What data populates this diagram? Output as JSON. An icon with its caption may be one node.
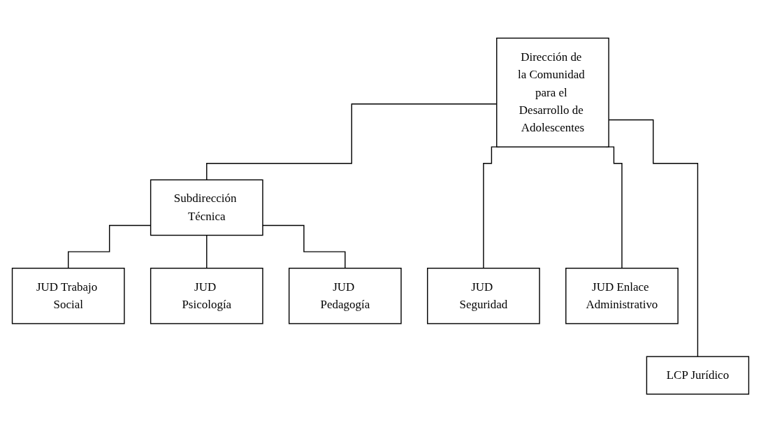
{
  "diagram": {
    "nodes": [
      {
        "text": [
          "Dirección de la Comunidad para el Desarrollo de Adolescentes"
        ]
      },
      {
        "text": [
          "Subdirección Técnica"
        ]
      },
      {
        "text": [
          "JUD Trabajo Social"
        ]
      },
      {
        "text": [
          "JUD Psicología"
        ]
      },
      {
        "text": [
          "JUD Pedagogía"
        ]
      },
      {
        "text": [
          "JUD Seguridad"
        ]
      },
      {
        "text": [
          "JUD Enlace Administrativo"
        ]
      },
      {
        "text": [
          "LCP Jurídico"
        ]
      }
    ],
    "edges": [
      {
        "from": 0,
        "to": 1,
        "arrow": "none"
      },
      {
        "from": 1,
        "to": 2,
        "arrow": "none"
      },
      {
        "from": 1,
        "to": 3,
        "arrow": "none"
      },
      {
        "from": 1,
        "to": 4,
        "arrow": "none"
      },
      {
        "from": 0,
        "to": 5,
        "arrow": "none"
      },
      {
        "from": 0,
        "to": 6,
        "arrow": "none"
      },
      {
        "from": 0,
        "to": 7,
        "arrow": "none"
      }
    ]
  }
}
